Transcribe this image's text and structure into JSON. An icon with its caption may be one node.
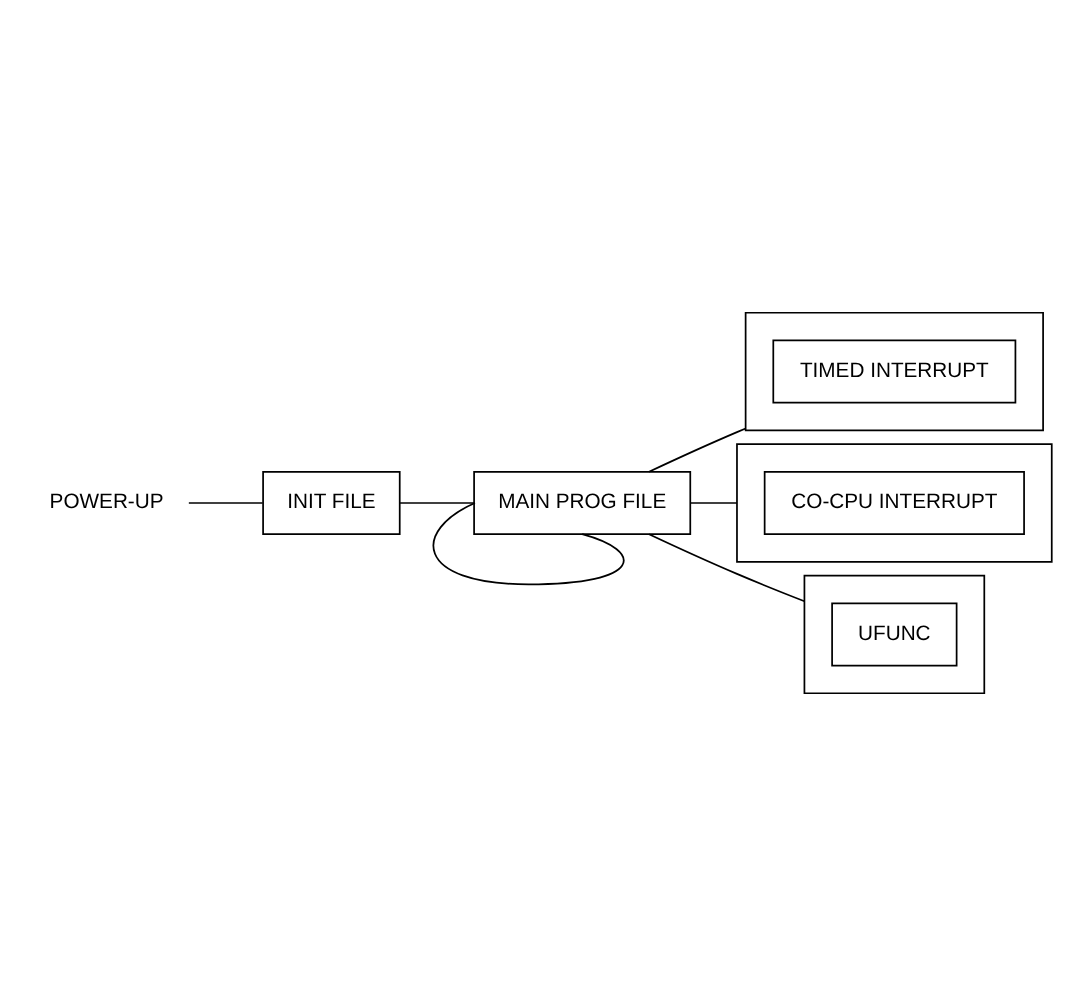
{
  "diagram": {
    "nodes": [
      {
        "text": [
          "POWER-UP"
        ]
      },
      {
        "text": [
          "INIT FILE"
        ]
      },
      {
        "text": [
          "MAIN PROG FILE"
        ]
      },
      {
        "text": [],
        "shape": "box"
      },
      {
        "text": [
          "TIMED INTERRUPT"
        ],
        "in": 3
      },
      {
        "text": [],
        "shape": "box"
      },
      {
        "text": [
          "CO-CPU INTERRUPT"
        ],
        "in": 5
      },
      {
        "text": [],
        "shape": "box"
      },
      {
        "text": [
          "UFUNC"
        ],
        "in": 7
      }
    ],
    "edges": [
      {
        "from": 0,
        "to": 1,
        "arrow": "none"
      },
      {
        "from": 1,
        "to": 2,
        "arrow": "none"
      },
      {
        "from": 2,
        "to": 2,
        "arrow": "none"
      },
      {
        "from": 2,
        "to": 3,
        "arrow": "none"
      },
      {
        "from": 2,
        "to": 5,
        "arrow": "none"
      },
      {
        "from": 2,
        "to": 7,
        "arrow": "none"
      }
    ]
  }
}
